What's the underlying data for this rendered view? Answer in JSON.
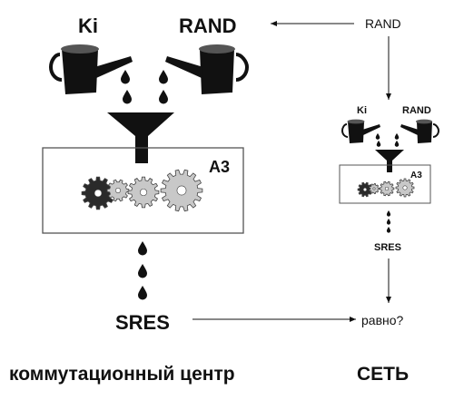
{
  "diagram": {
    "left": {
      "input_ki": "Ki",
      "input_rand": "RAND",
      "algorithm": "A3",
      "output": "SRES",
      "caption": "коммутационный центр"
    },
    "right": {
      "input_rand_source": "RAND",
      "input_ki": "Ki",
      "input_rand": "RAND",
      "algorithm": "A3",
      "output": "SRES",
      "compare": "равно?",
      "caption": "СЕТЬ"
    }
  },
  "colors": {
    "ink": "#111111",
    "gear_dark": "#2a2a2a",
    "gear_light": "#c8c8c8",
    "frame": "#555555"
  }
}
